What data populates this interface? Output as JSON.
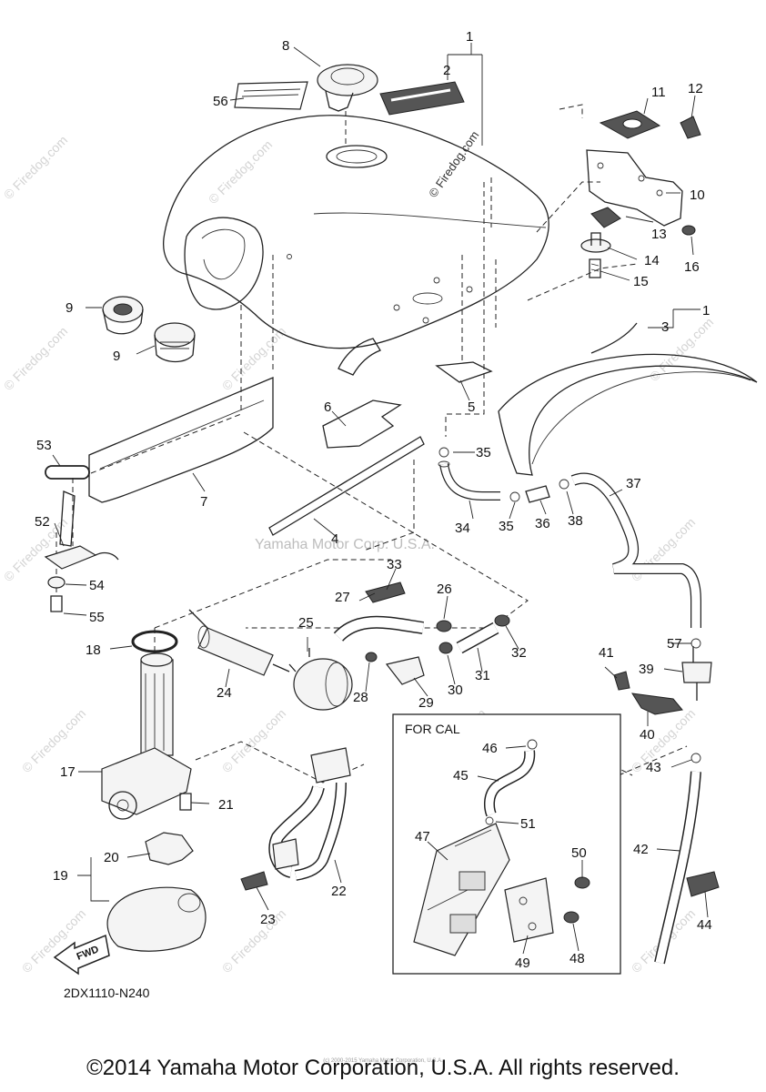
{
  "diagram": {
    "watermark_center": "Yamaha Motor Corp. U.S.A.",
    "watermark_tank": "© Firedog.com",
    "watermark_tile": "© Firedog.com",
    "inset_title": "FOR CAL",
    "fwd_label": "FWD",
    "drawing_code": "2DX1110-N240",
    "parts": {
      "p1a": "1",
      "p1b": "1",
      "p2": "2",
      "p3": "3",
      "p4": "4",
      "p5": "5",
      "p6": "6",
      "p7": "7",
      "p8": "8",
      "p9a": "9",
      "p9b": "9",
      "p10": "10",
      "p11": "11",
      "p12": "12",
      "p13": "13",
      "p14": "14",
      "p15": "15",
      "p16": "16",
      "p17": "17",
      "p18": "18",
      "p19": "19",
      "p20": "20",
      "p21": "21",
      "p22": "22",
      "p23": "23",
      "p24": "24",
      "p25": "25",
      "p26": "26",
      "p27": "27",
      "p28": "28",
      "p29": "29",
      "p30": "30",
      "p31": "31",
      "p32": "32",
      "p33": "33",
      "p34": "34",
      "p35a": "35",
      "p35b": "35",
      "p36": "36",
      "p37": "37",
      "p38": "38",
      "p39": "39",
      "p40": "40",
      "p41": "41",
      "p42": "42",
      "p43": "43",
      "p44": "44",
      "p45": "45",
      "p46": "46",
      "p47": "47",
      "p48": "48",
      "p49": "49",
      "p50": "50",
      "p51": "51",
      "p52": "52",
      "p53": "53",
      "p54": "54",
      "p55": "55",
      "p56": "56",
      "p57": "57"
    }
  },
  "footer": {
    "copyright": "©2014 Yamaha Motor Corporation, U.S.A. All rights reserved.",
    "small_print": "(c) 2000-2015 Yamaha Motor Corporation, U.S.A."
  }
}
